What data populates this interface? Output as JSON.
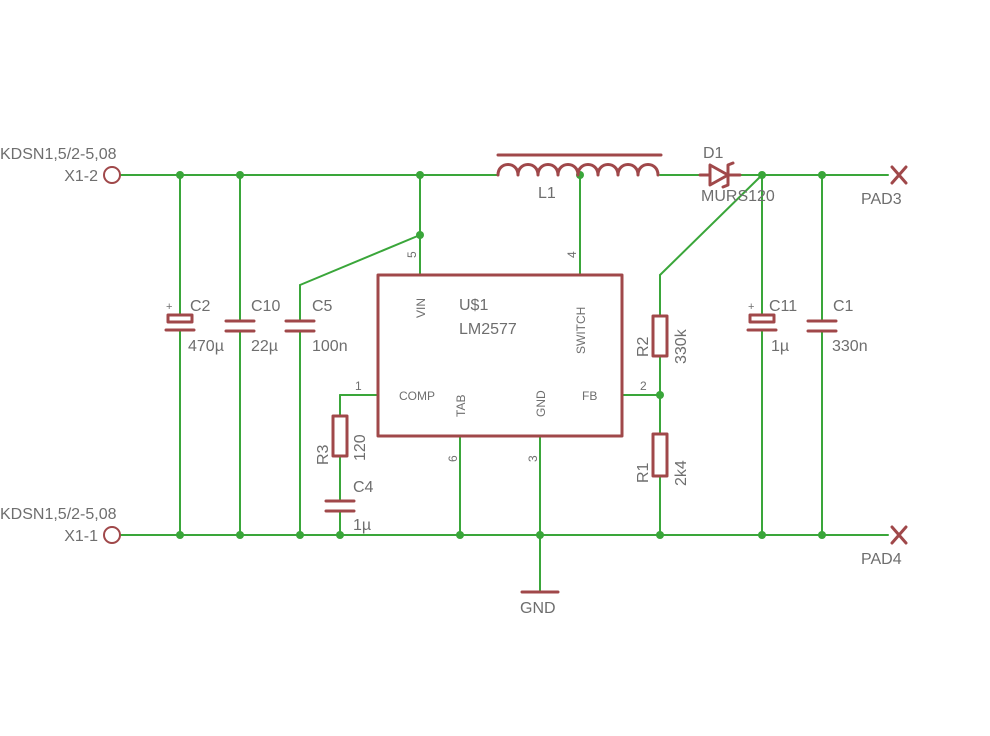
{
  "connectors": {
    "x1_2": {
      "part": "KDSN1,5/2-5,08",
      "name": "X1-2"
    },
    "x1_1": {
      "part": "KDSN1,5/2-5,08",
      "name": "X1-1"
    }
  },
  "pads": {
    "pad3": "PAD3",
    "pad4": "PAD4"
  },
  "ic": {
    "name": "U$1",
    "value": "LM2577",
    "pins": {
      "vin": "VIN",
      "switch": "SWITCH",
      "comp": "COMP",
      "tab": "TAB",
      "gnd": "GND",
      "fb": "FB"
    },
    "pin_numbers": {
      "vin": "5",
      "switch": "4",
      "comp": "1",
      "tab": "6",
      "gnd": "3",
      "fb": "2"
    }
  },
  "inductor": {
    "name": "L1"
  },
  "diode": {
    "name": "D1",
    "value": "MURS120"
  },
  "capacitors": {
    "c2": {
      "name": "C2",
      "value": "470µ"
    },
    "c10": {
      "name": "C10",
      "value": "22µ"
    },
    "c5": {
      "name": "C5",
      "value": "100n"
    },
    "c4": {
      "name": "C4",
      "value": "1µ"
    },
    "c11": {
      "name": "C11",
      "value": "1µ"
    },
    "c1": {
      "name": "C1",
      "value": "330n"
    }
  },
  "resistors": {
    "r3": {
      "name": "R3",
      "value": "120"
    },
    "r2": {
      "name": "R2",
      "value": "330k"
    },
    "r1": {
      "name": "R1",
      "value": "2k4"
    }
  },
  "gnd_label": "GND",
  "plus_sign": "+",
  "colors": {
    "wire": "#3aa63a",
    "part": "#a0484a",
    "text": "#6e6e6e",
    "background": "#ffffff"
  }
}
